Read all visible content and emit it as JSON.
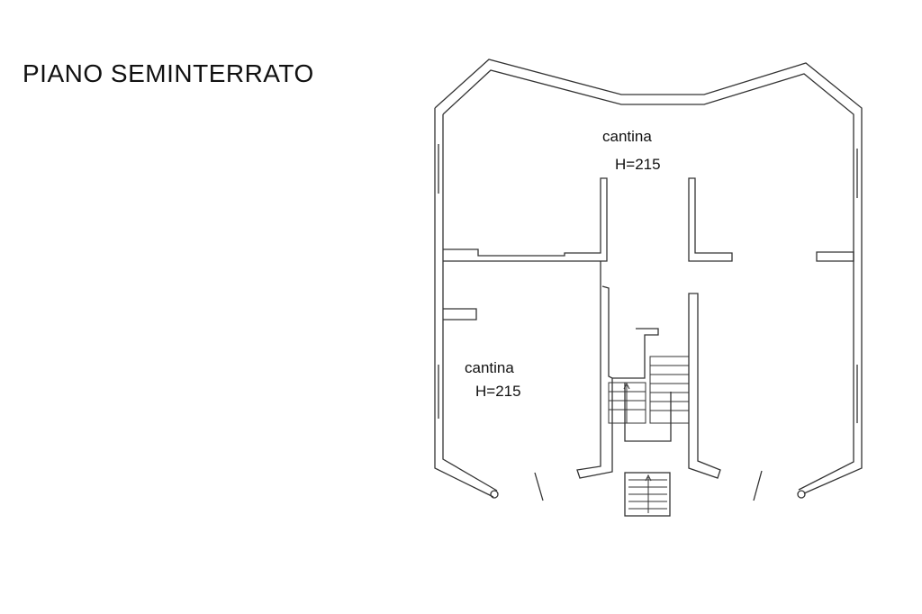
{
  "title": "PIANO SEMINTERRATO",
  "rooms": [
    {
      "name": "cantina",
      "height": "H=215"
    },
    {
      "name": "cantina",
      "height": "H=215"
    }
  ],
  "colors": {
    "line": "#333333",
    "background": "#ffffff"
  }
}
